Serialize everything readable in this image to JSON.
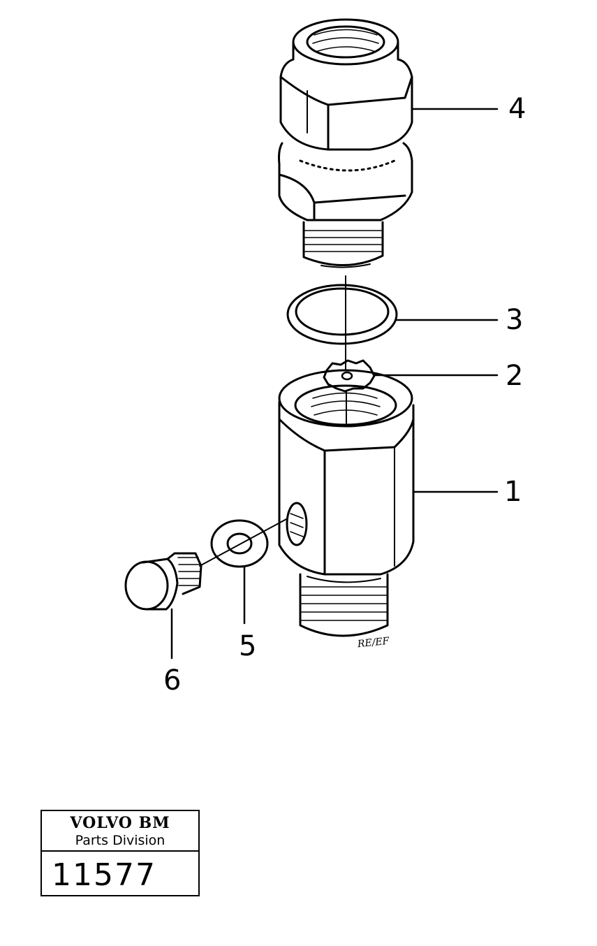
{
  "callouts": {
    "c1": "1",
    "c2": "2",
    "c3": "3",
    "c4": "4",
    "c5": "5",
    "c6": "6"
  },
  "drafter_initials": "RE/EF",
  "title_block": {
    "brand": "VOLVO BM",
    "division": "Parts Division",
    "number": "11577"
  }
}
